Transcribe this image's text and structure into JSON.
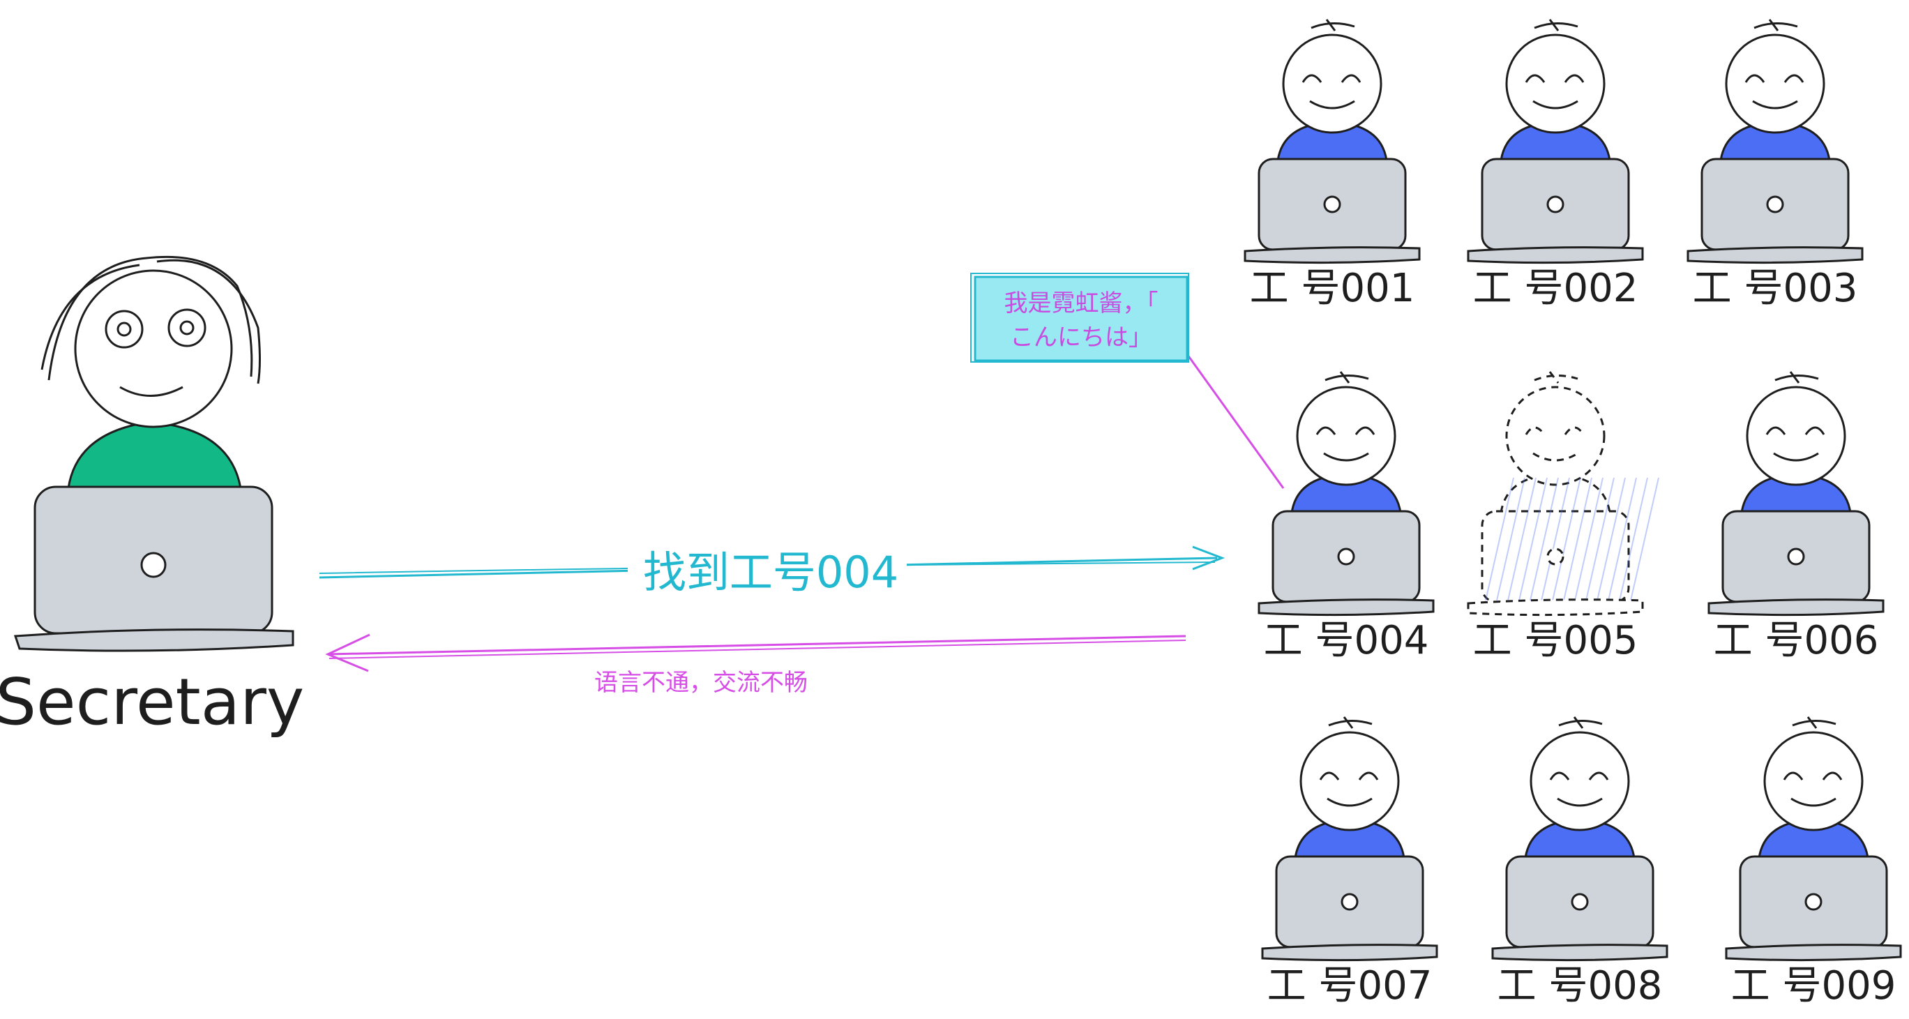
{
  "secretary": {
    "label": "Secretary",
    "shirt_color": "#12b886"
  },
  "workers": [
    {
      "id": "001",
      "label": "工 号001",
      "absent": false
    },
    {
      "id": "002",
      "label": "工 号002",
      "absent": false
    },
    {
      "id": "003",
      "label": "工 号003",
      "absent": false
    },
    {
      "id": "004",
      "label": "工 号004",
      "absent": false
    },
    {
      "id": "005",
      "label": "工 号005",
      "absent": true
    },
    {
      "id": "006",
      "label": "工 号006",
      "absent": false
    },
    {
      "id": "007",
      "label": "工 号007",
      "absent": false
    },
    {
      "id": "008",
      "label": "工 号008",
      "absent": false
    },
    {
      "id": "009",
      "label": "工 号009",
      "absent": false
    }
  ],
  "worker_shirt_color": "#4c6ef5",
  "laptop_color": "#ced4da",
  "arrows": {
    "request_label": "找到工号004",
    "request_color": "#22b8cf",
    "reply_label": "语言不通，交流不畅",
    "reply_color": "#d64ee6"
  },
  "note": {
    "line1": "我是霓虹酱，「",
    "line2": "こんにちは」",
    "fill": "#99e9f2",
    "text_color": "#c84ce0"
  }
}
